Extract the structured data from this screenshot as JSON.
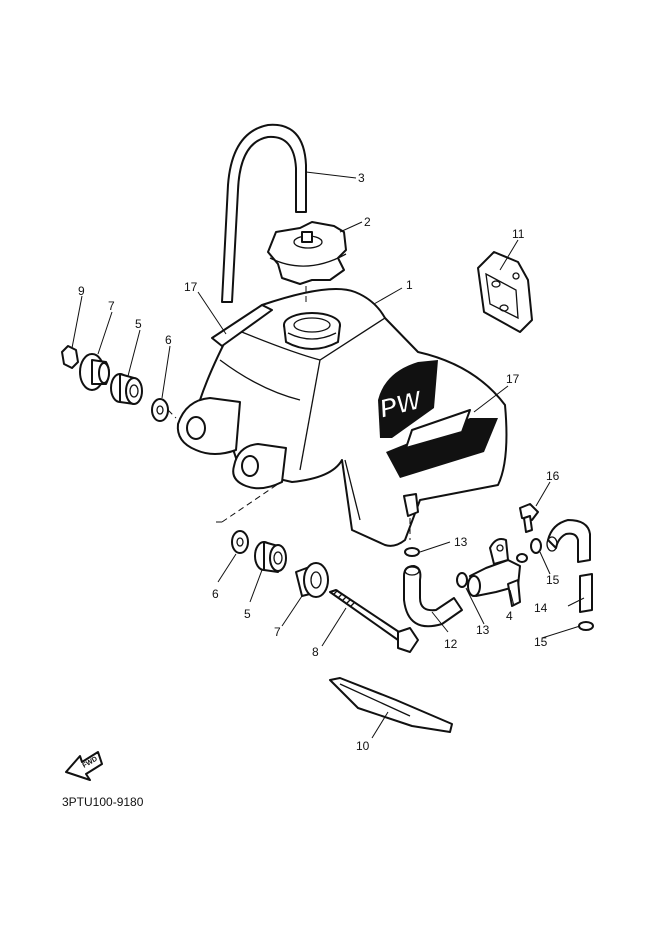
{
  "diagram": {
    "code": "3PTU100-9180",
    "tank_logo": "PW",
    "fwd_label": "FWD",
    "callouts": [
      {
        "id": "c1",
        "label": "1"
      },
      {
        "id": "c2",
        "label": "2"
      },
      {
        "id": "c3",
        "label": "3"
      },
      {
        "id": "c4",
        "label": "4"
      },
      {
        "id": "c5a",
        "label": "5"
      },
      {
        "id": "c5b",
        "label": "5"
      },
      {
        "id": "c6a",
        "label": "6"
      },
      {
        "id": "c6b",
        "label": "6"
      },
      {
        "id": "c7a",
        "label": "7"
      },
      {
        "id": "c7b",
        "label": "7"
      },
      {
        "id": "c8",
        "label": "8"
      },
      {
        "id": "c9",
        "label": "9"
      },
      {
        "id": "c10",
        "label": "10"
      },
      {
        "id": "c11",
        "label": "11"
      },
      {
        "id": "c12",
        "label": "12"
      },
      {
        "id": "c13a",
        "label": "13"
      },
      {
        "id": "c13b",
        "label": "13"
      },
      {
        "id": "c14",
        "label": "14"
      },
      {
        "id": "c15a",
        "label": "15"
      },
      {
        "id": "c15b",
        "label": "15"
      },
      {
        "id": "c16",
        "label": "16"
      },
      {
        "id": "c17a",
        "label": "17"
      },
      {
        "id": "c17b",
        "label": "17"
      }
    ]
  }
}
